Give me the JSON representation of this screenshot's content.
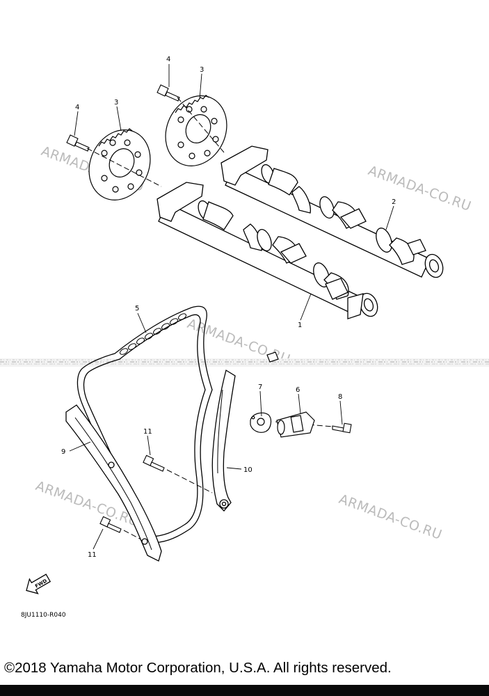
{
  "callouts": {
    "c1": "1",
    "c2": "2",
    "c3a": "3",
    "c3b": "3",
    "c4a": "4",
    "c4b": "4",
    "c5": "5",
    "c6": "6",
    "c7": "7",
    "c8": "8",
    "c9": "9",
    "c10": "10",
    "c11a": "11",
    "c11b": "11"
  },
  "watermark": "ARMADA-CO.RU",
  "fwd_label": "FWD",
  "diagram_code": "8JU1110-R040",
  "copyright": "©2018 Yamaha Motor Corporation, U.S.A. All rights reserved.",
  "colors": {
    "line": "#000000",
    "watermark": "#bbbbbb",
    "background": "#ffffff",
    "bottom_bar": "#0a0a0a"
  }
}
